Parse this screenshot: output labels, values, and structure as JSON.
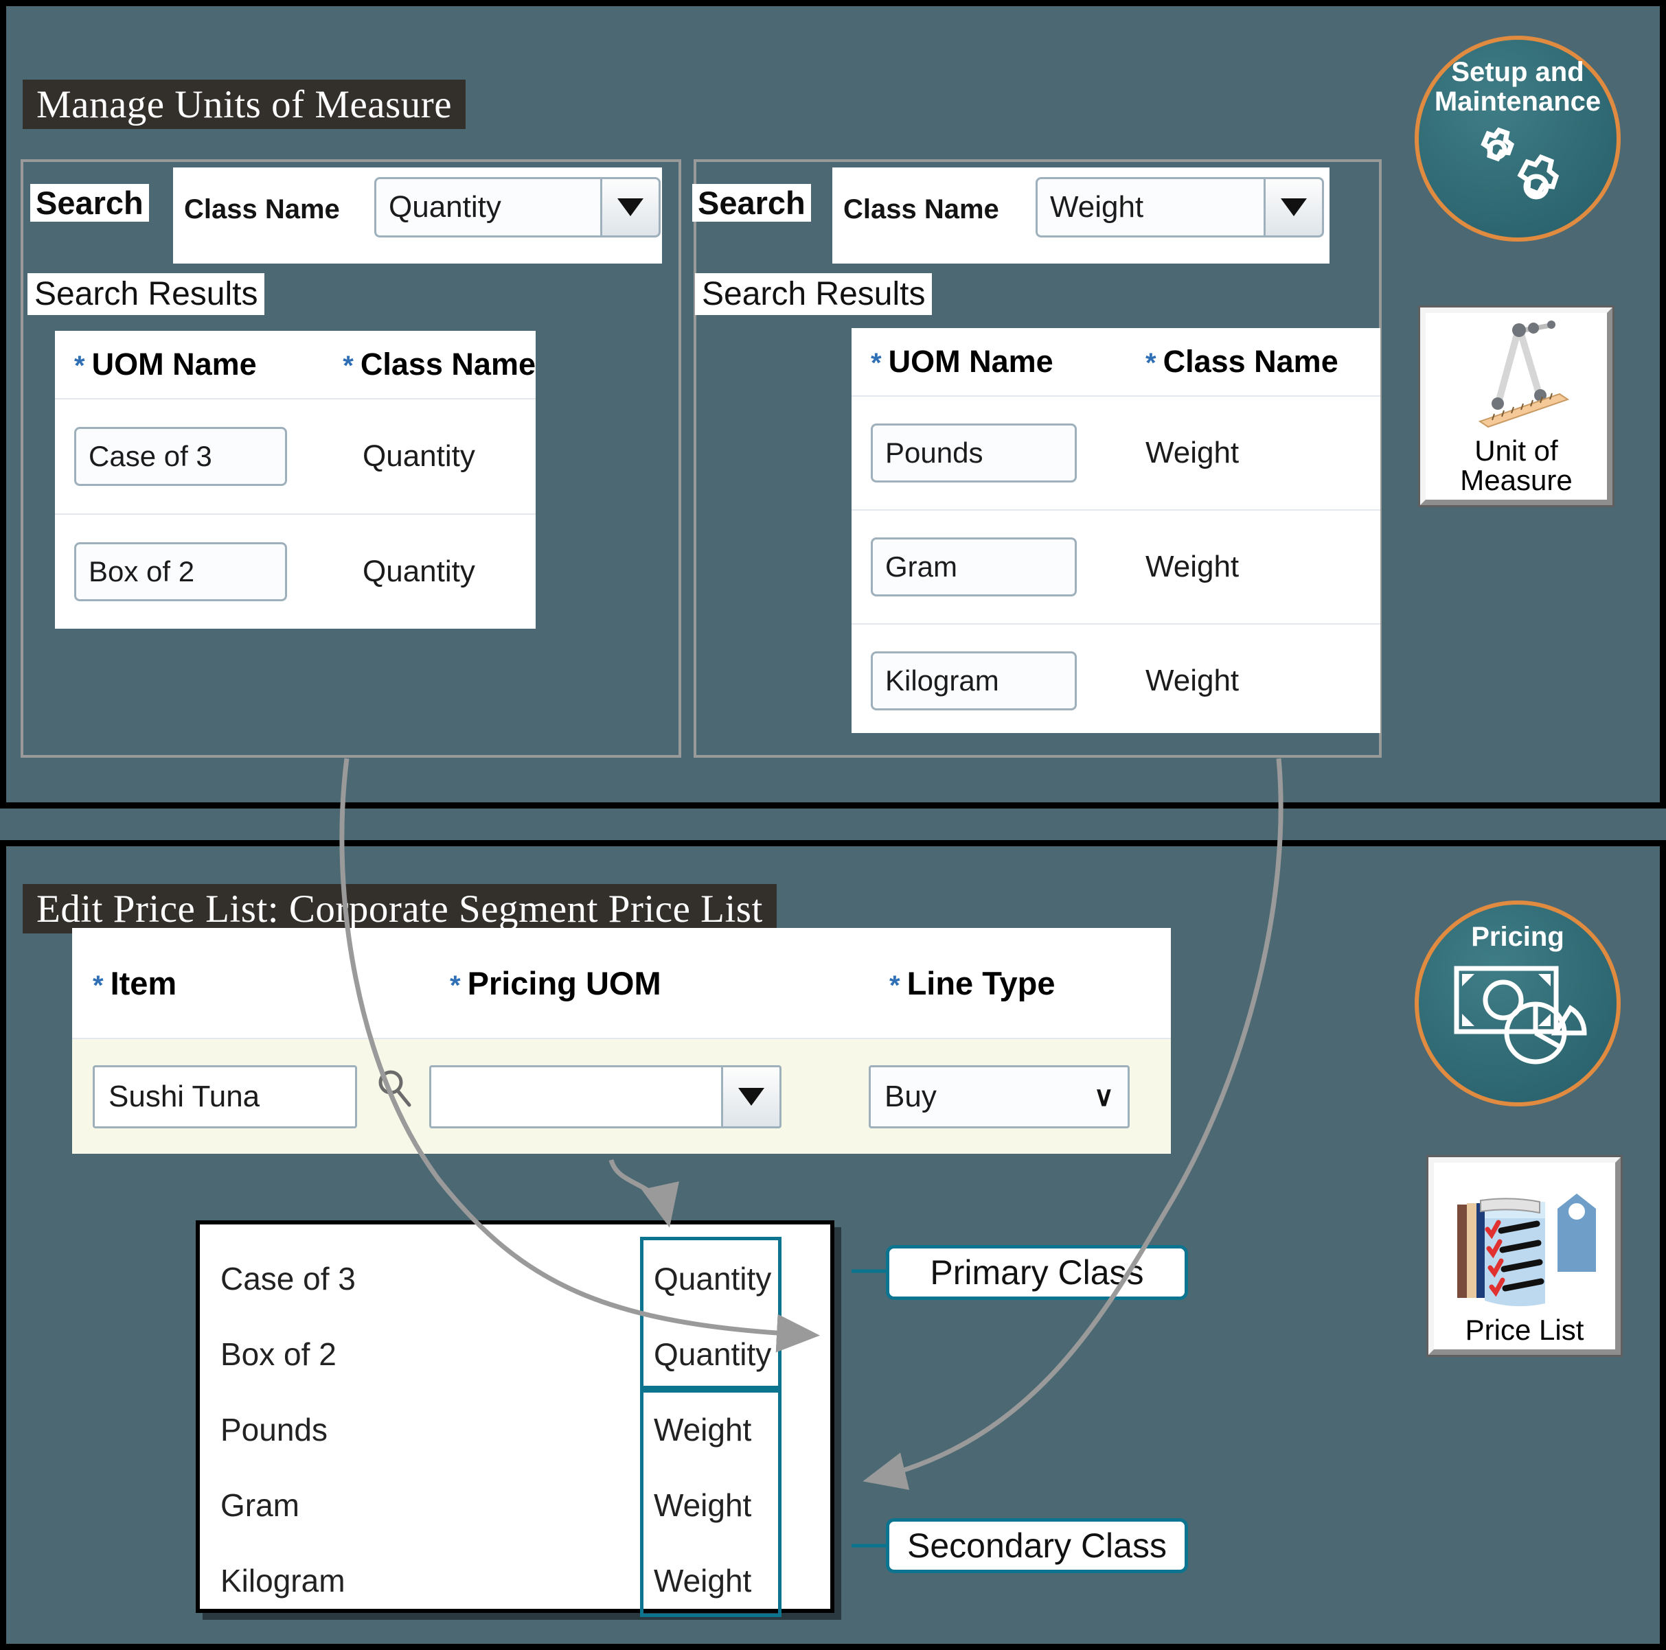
{
  "background_color": "#4c6973",
  "accent_teal": "#0d7490",
  "accent_orange": "#e08b40",
  "top_section": {
    "title": "Manage Units of Measure",
    "panels": [
      {
        "search_label": "Search",
        "field_label": "Class Name",
        "field_value": "Quantity",
        "results_label": "Search Results",
        "columns": [
          "UOM Name",
          "Class Name"
        ],
        "rows": [
          {
            "uom_name": "Case of 3",
            "class_name": "Quantity"
          },
          {
            "uom_name": "Box of 2",
            "class_name": "Quantity"
          }
        ]
      },
      {
        "search_label": "Search",
        "field_label": "Class Name",
        "field_value": "Weight",
        "results_label": "Search Results",
        "columns": [
          "UOM Name",
          "Class Name"
        ],
        "rows": [
          {
            "uom_name": "Pounds",
            "class_name": "Weight"
          },
          {
            "uom_name": "Gram",
            "class_name": "Weight"
          },
          {
            "uom_name": "Kilogram",
            "class_name": "Weight"
          }
        ]
      }
    ]
  },
  "bottom_section": {
    "title": "Edit Price List: Corporate Segment Price List",
    "grid": {
      "columns": [
        "Item",
        "Pricing UOM",
        "Line Type"
      ],
      "row": {
        "item": "Sushi Tuna",
        "pricing_uom": "",
        "line_type": "Buy"
      }
    },
    "dropdown": {
      "names": [
        "Case of 3",
        "Box of 2",
        "Pounds",
        "Gram",
        "Kilogram"
      ],
      "classes": [
        "Quantity",
        "Quantity",
        "Weight",
        "Weight",
        "Weight"
      ]
    },
    "callouts": {
      "primary": "Primary Class",
      "secondary": "Secondary Class"
    }
  },
  "right_rail": {
    "badges": [
      {
        "label": "Setup and\nMaintenance",
        "icon": "gears-icon"
      },
      {
        "label": "Pricing",
        "icon": "money-pie-icon"
      }
    ],
    "tiles": [
      {
        "label": "Unit of\nMeasure",
        "icon": "compass-ruler-icon"
      },
      {
        "label": "Price List",
        "icon": "clipboard-tag-icon"
      }
    ]
  }
}
